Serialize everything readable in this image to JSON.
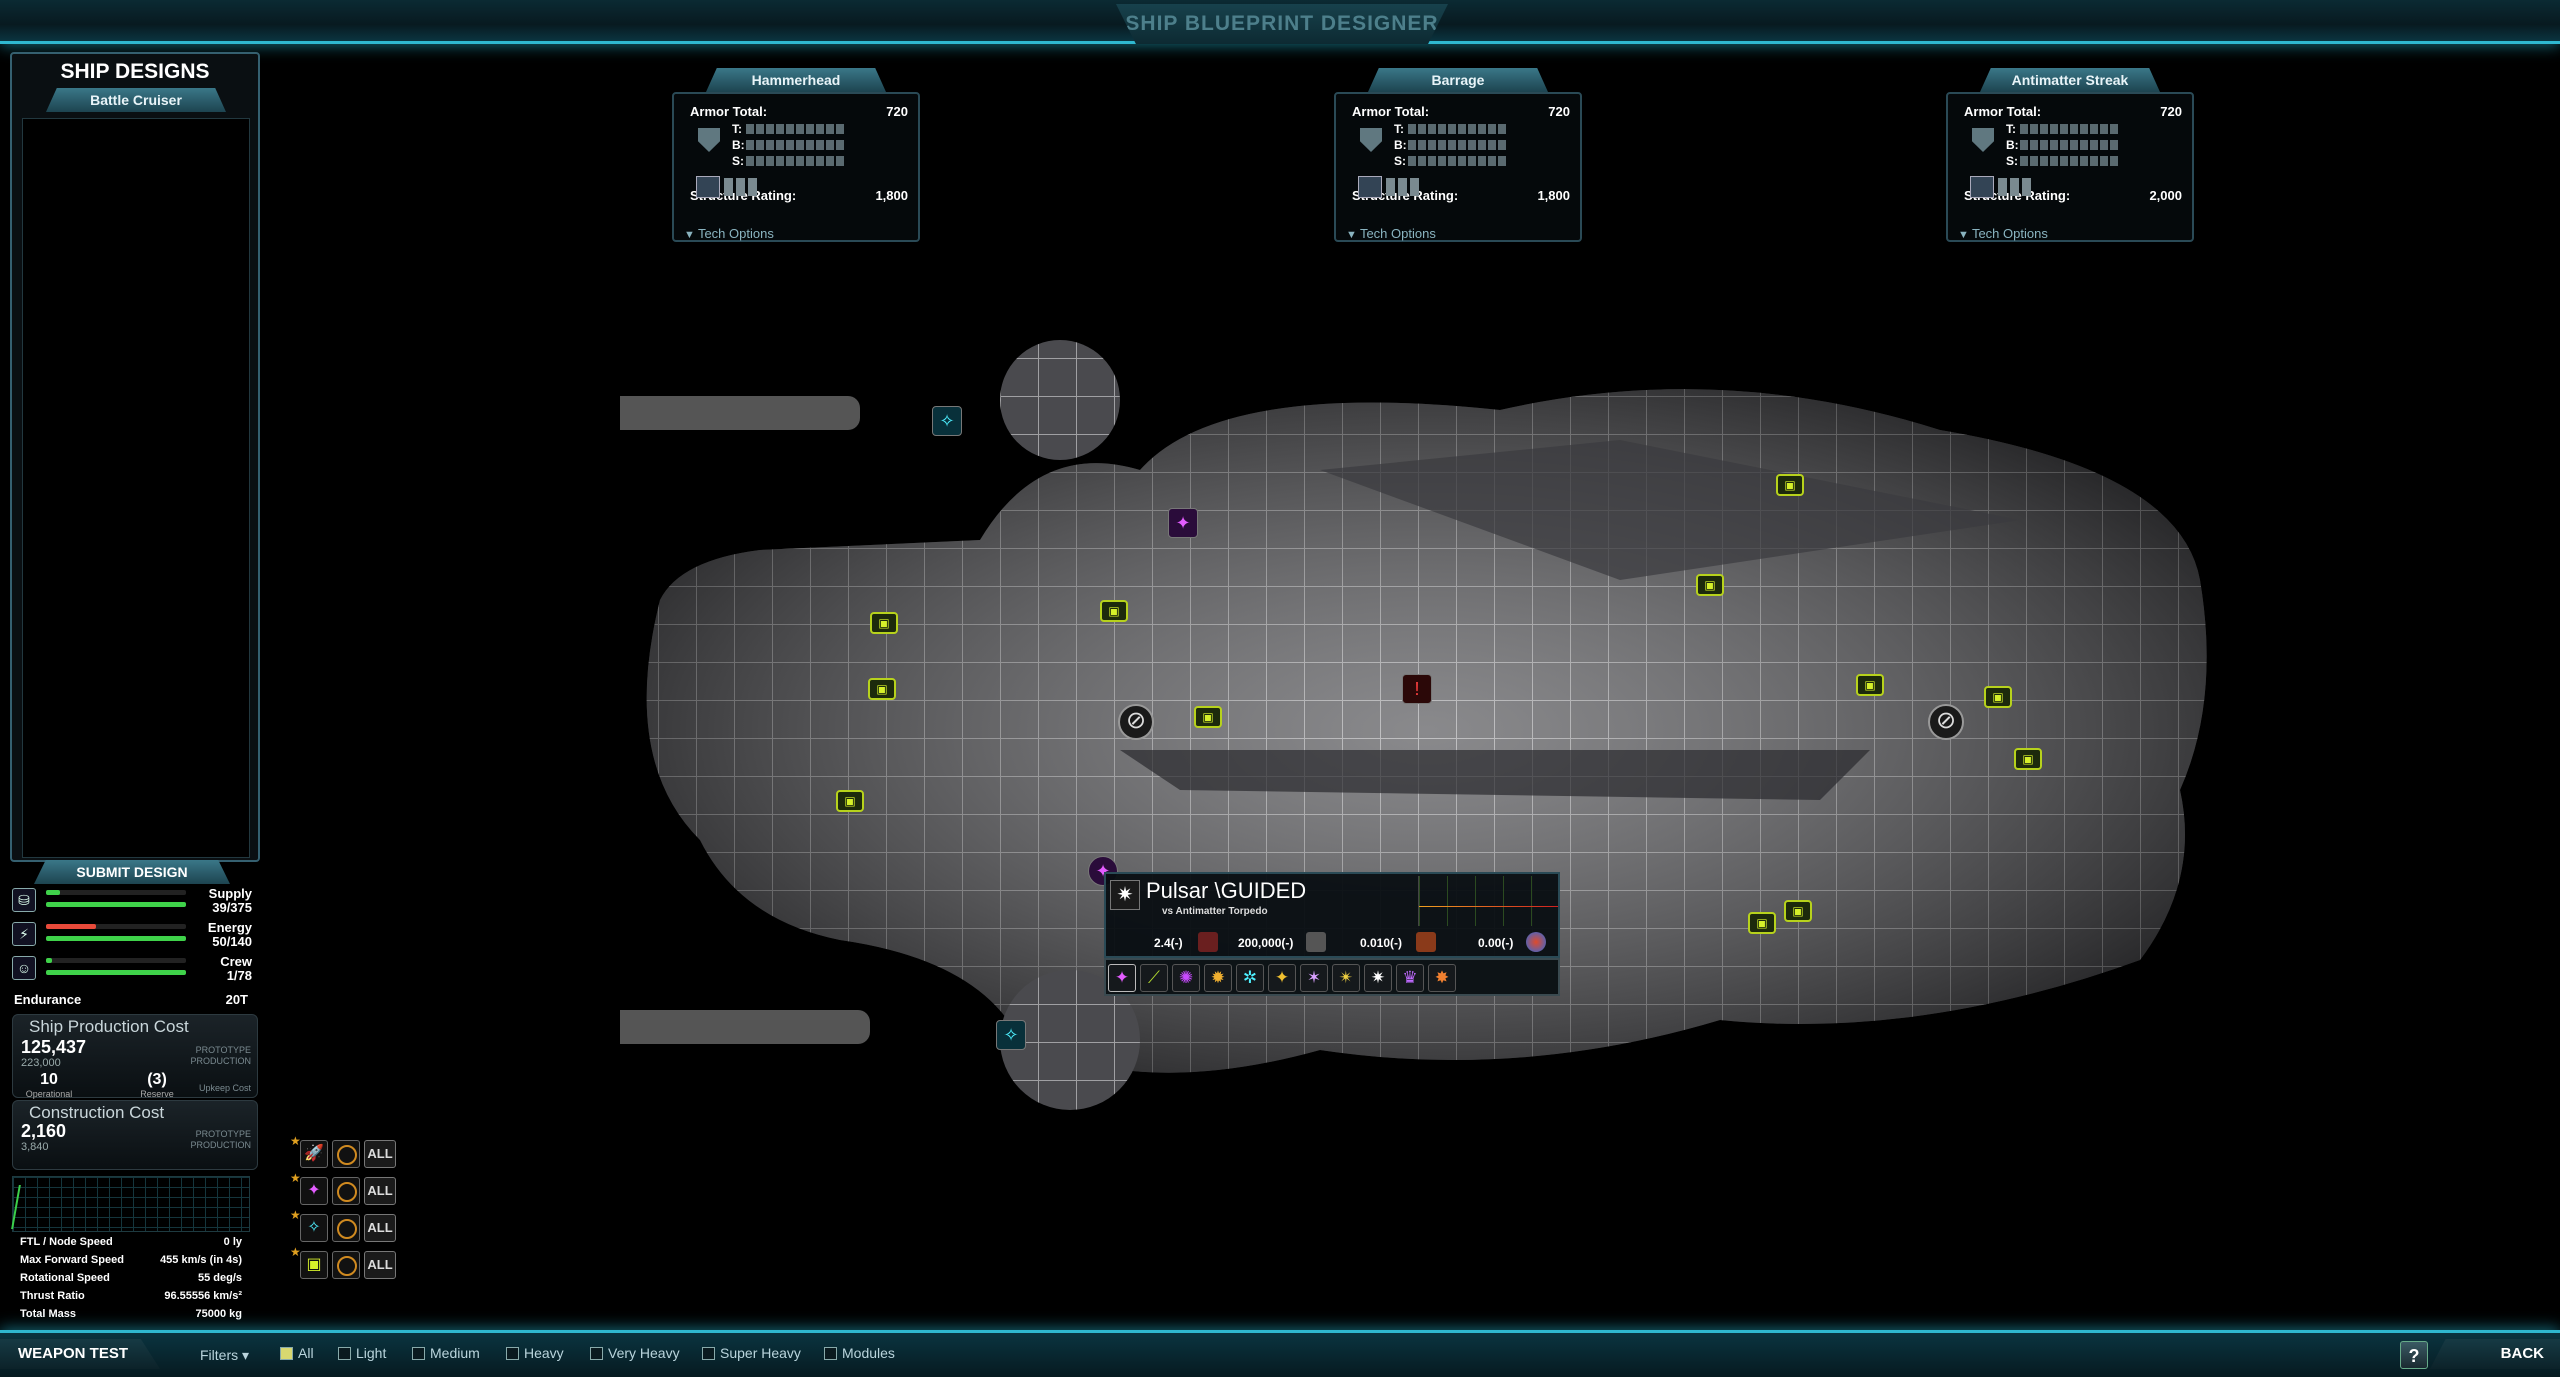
{
  "window": {
    "title": "SHIP BLUEPRINT DESIGNER"
  },
  "designs": {
    "title": "SHIP DESIGNS",
    "subtitle": "Battle Cruiser",
    "submit_label": "SUBMIT DESIGN"
  },
  "resources": {
    "supply": {
      "name": "Supply",
      "value": "39/375",
      "fill": 0.1,
      "color": "#3fd24a"
    },
    "energy": {
      "name": "Energy",
      "value": "50/140",
      "fill": 0.36,
      "color": "#3fd24a"
    },
    "crew": {
      "name": "Crew",
      "value": "1/78",
      "fill": 0.02,
      "color": "#3fd24a"
    },
    "endurance_label": "Endurance",
    "endurance_value": "20T"
  },
  "production_cost": {
    "title": "Ship Production Cost",
    "value": "125,437",
    "sub": "223,000",
    "tag": "PROTOTYPE PRODUCTION",
    "operational": "10",
    "operational_label": "Operational",
    "reserve": "(3)",
    "reserve_label": "Reserve",
    "upkeep": "Upkeep Cost"
  },
  "construction_cost": {
    "title": "Construction Cost",
    "value": "2,160",
    "sub": "3,840",
    "tag": "PROTOTYPE PRODUCTION"
  },
  "stats": [
    {
      "label": "FTL / Node Speed",
      "value": "0 ly"
    },
    {
      "label": "Max Forward Speed",
      "value": "455 km/s (in 4s)"
    },
    {
      "label": "Rotational Speed",
      "value": "55 deg/s"
    },
    {
      "label": "Thrust Ratio",
      "value": "96.55556 km/s²"
    },
    {
      "label": "Total Mass",
      "value": "75000 kg"
    }
  ],
  "weapon_rows": [
    {
      "icon": "torpedo-red-icon",
      "glyph": "🚀",
      "all": "ALL"
    },
    {
      "icon": "pulsar-purple-icon",
      "glyph": "✦",
      "all": "ALL"
    },
    {
      "icon": "cyan-beam-icon",
      "glyph": "✧",
      "all": "ALL"
    },
    {
      "icon": "module-green-icon",
      "glyph": "▣",
      "all": "ALL"
    }
  ],
  "sections": [
    {
      "name": "Hammerhead",
      "armor_label": "Armor Total:",
      "armor_value": "720",
      "t": "T:",
      "b": "B:",
      "s": "S:",
      "structure_label": "Structure Rating:",
      "structure_value": "1,800",
      "tech": "Tech Options"
    },
    {
      "name": "Barrage",
      "armor_label": "Armor Total:",
      "armor_value": "720",
      "t": "T:",
      "b": "B:",
      "s": "S:",
      "structure_label": "Structure Rating:",
      "structure_value": "1,800",
      "tech": "Tech Options"
    },
    {
      "name": "Antimatter Streak",
      "armor_label": "Armor Total:",
      "armor_value": "720",
      "t": "T:",
      "b": "B:",
      "s": "S:",
      "structure_label": "Structure Rating:",
      "structure_value": "2,000",
      "tech": "Tech Options"
    }
  ],
  "popup": {
    "name": "Pulsar \\GUIDED",
    "versus": "vs Antimatter Torpedo",
    "stat1": "2.4(-)",
    "stat2": "200,000(-)",
    "stat3": "0.010(-)",
    "stat4": "0.00(-)"
  },
  "filters": {
    "label": "Filters ▾",
    "items": [
      {
        "label": "All",
        "checked": true
      },
      {
        "label": "Light",
        "checked": false
      },
      {
        "label": "Medium",
        "checked": false
      },
      {
        "label": "Heavy",
        "checked": false
      },
      {
        "label": "Very Heavy",
        "checked": false
      },
      {
        "label": "Super Heavy",
        "checked": false
      },
      {
        "label": "Modules",
        "checked": false
      }
    ]
  },
  "bottom": {
    "weapon_test": "WEAPON TEST",
    "help": "?",
    "back": "BACK"
  }
}
